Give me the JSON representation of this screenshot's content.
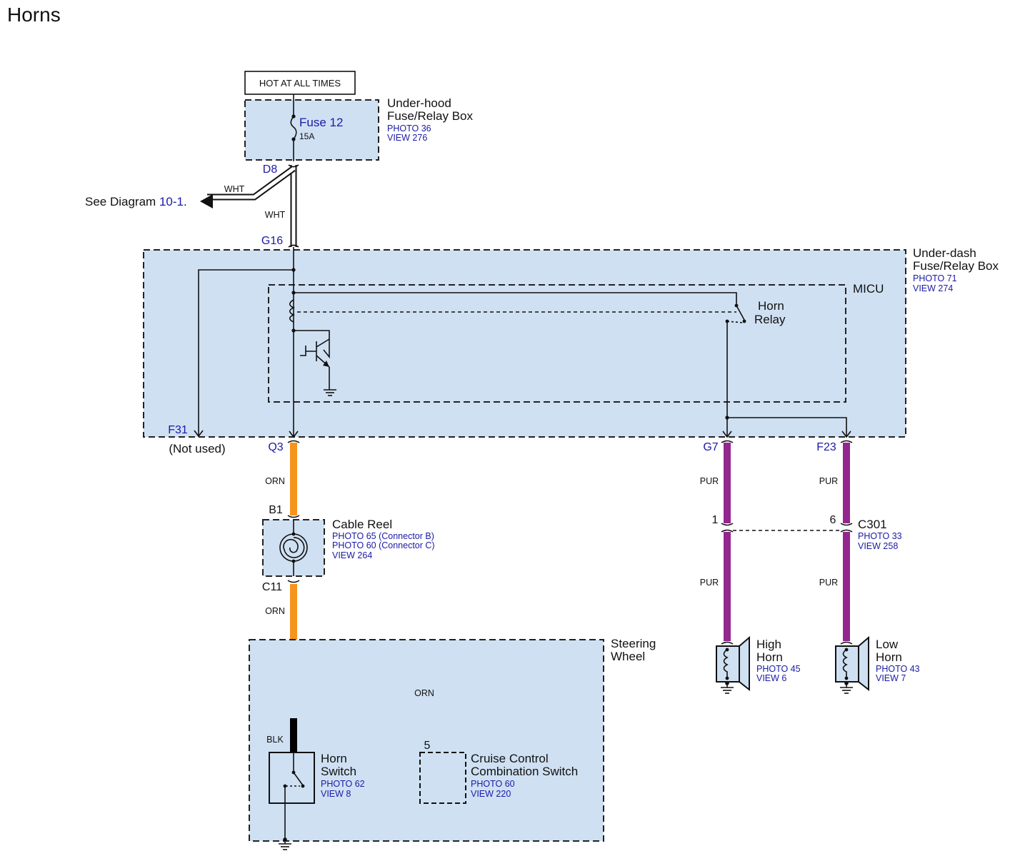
{
  "page_title": "Horns",
  "hot_label": "HOT AT ALL TIMES",
  "underhood": {
    "line1": "Under-hood",
    "line2": "Fuse/Relay Box",
    "photo": "PHOTO 36",
    "view": "VIEW 276"
  },
  "fuse": {
    "name": "Fuse 12",
    "rating": "15A"
  },
  "see_diagram": {
    "prefix": "See Diagram ",
    "ref": "10-1",
    "suffix": "."
  },
  "underdash": {
    "line1": "Under-dash",
    "line2": "Fuse/Relay Box",
    "photo": "PHOTO 71",
    "view": "VIEW 274"
  },
  "micu": "MICU",
  "horn_relay": {
    "line1": "Horn",
    "line2": "Relay"
  },
  "pins": {
    "d8": "D8",
    "g16": "G16",
    "f31": "F31",
    "q3": "Q3",
    "g7": "G7",
    "f23": "F23",
    "b1": "B1",
    "c11": "C11",
    "c301_1": "1",
    "c301_6": "6",
    "ccs_5": "5"
  },
  "not_used": "(Not used)",
  "wires": {
    "wht": "WHT",
    "orn": "ORN",
    "pur": "PUR",
    "blk": "BLK"
  },
  "cable_reel": {
    "name": "Cable Reel",
    "photo1": "PHOTO 65 (Connector B)",
    "photo2": "PHOTO 60 (Connector C)",
    "view": "VIEW 264"
  },
  "c301": {
    "name": "C301",
    "photo": "PHOTO 33",
    "view": "VIEW 258"
  },
  "steering": {
    "line1": "Steering",
    "line2": "Wheel"
  },
  "horn_switch": {
    "line1": "Horn",
    "line2": "Switch",
    "photo": "PHOTO 62",
    "view": "VIEW 8"
  },
  "cruise": {
    "line1": "Cruise Control",
    "line2": "Combination Switch",
    "photo": "PHOTO 60",
    "view": "VIEW 220"
  },
  "high_horn": {
    "line1": "High",
    "line2": "Horn",
    "photo": "PHOTO 45",
    "view": "VIEW 6"
  },
  "low_horn": {
    "line1": "Low",
    "line2": "Horn",
    "photo": "PHOTO 43",
    "view": "VIEW 7"
  },
  "colors": {
    "box_fill": "#cfe0f2",
    "orn": "#f7941d",
    "pur": "#93278f",
    "blk": "#000000",
    "link_blue": "#1a1aa6"
  }
}
